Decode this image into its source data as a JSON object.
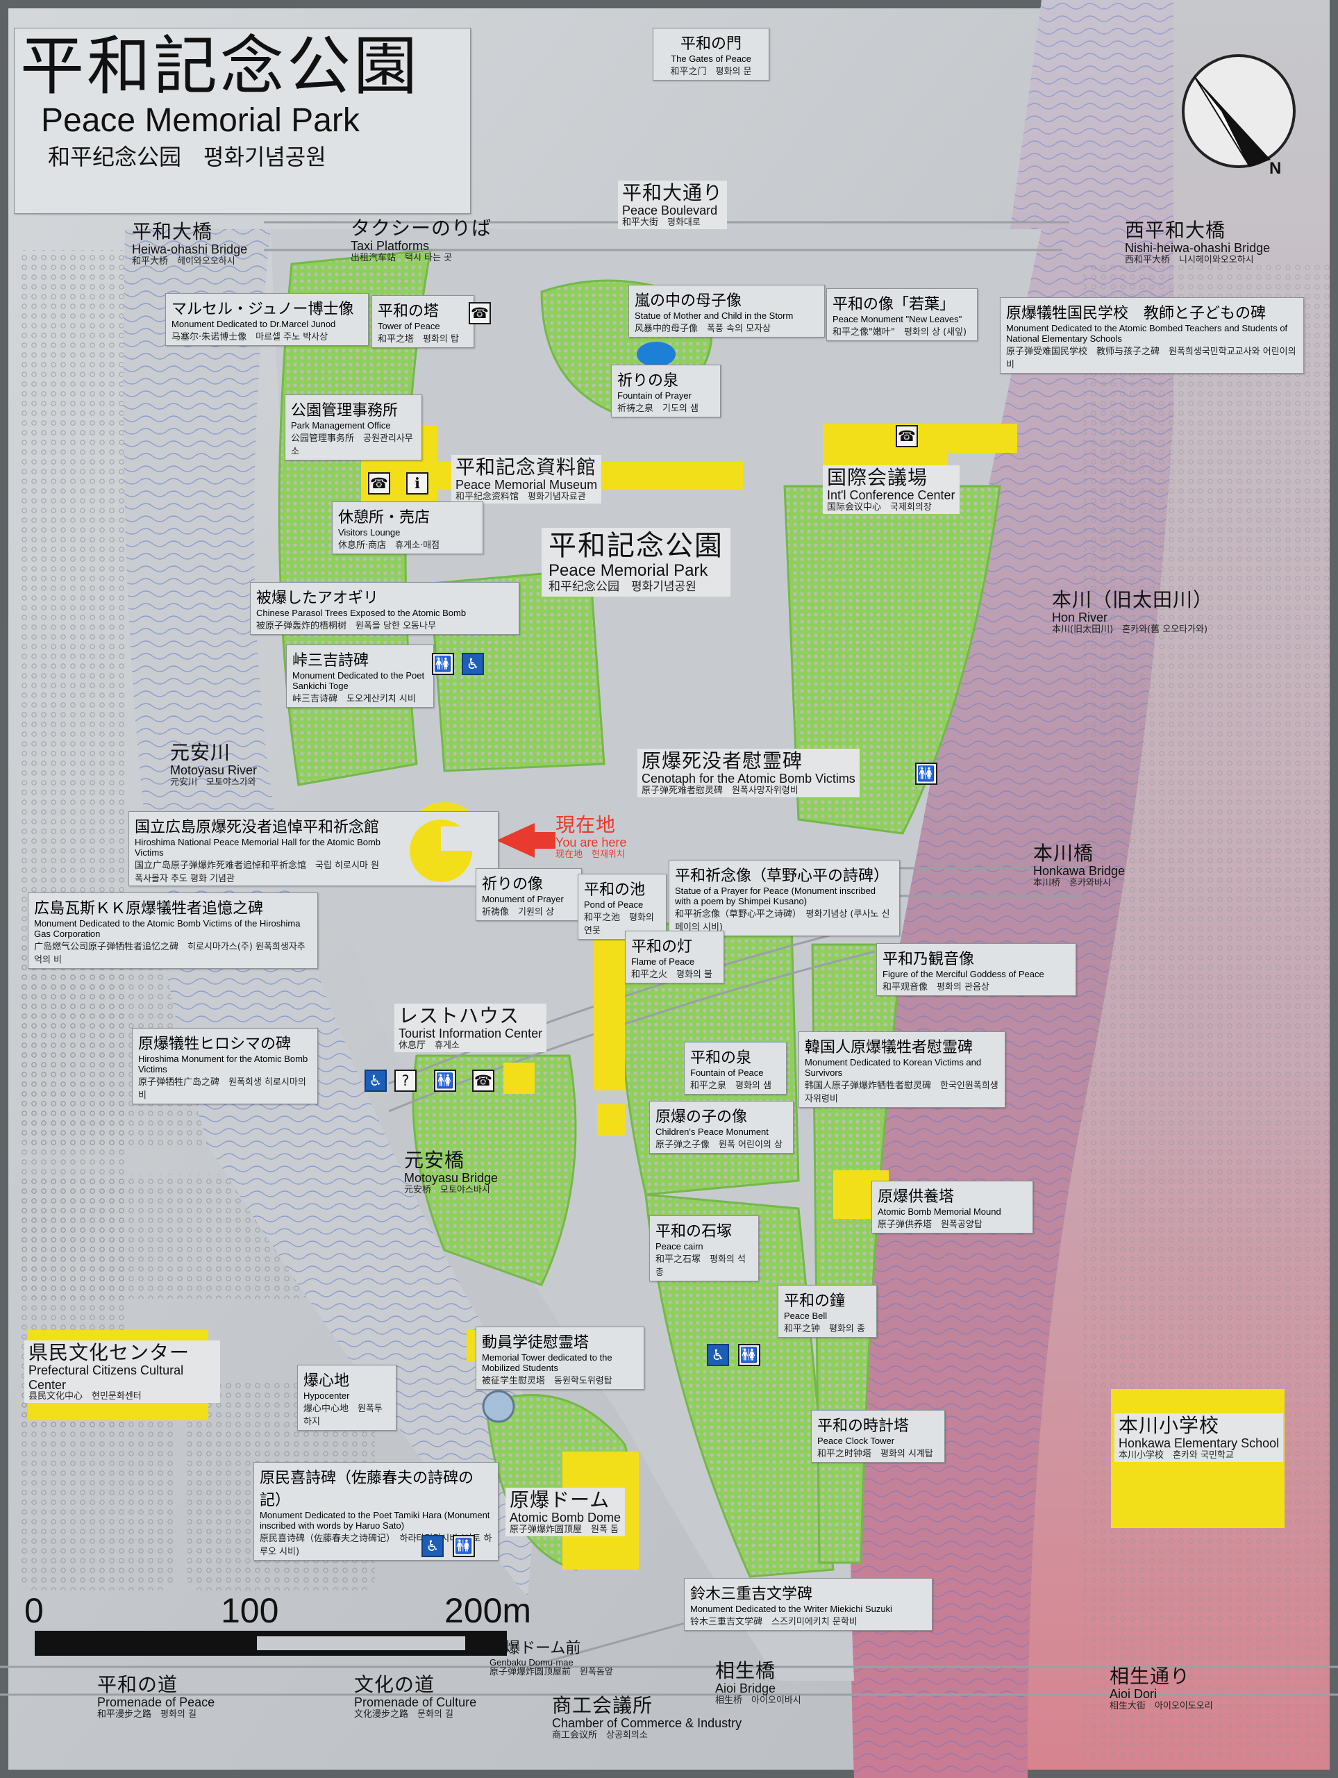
{
  "header": {
    "title_ja": "平和記念公園",
    "title_en": "Peace Memorial Park",
    "title_zh_ko": "和平纪念公园　평화기념공원"
  },
  "labels": {
    "gates": {
      "ja": "平和の門",
      "en": "The Gates of Peace",
      "sub": "和平之门　평화의 문"
    },
    "peace_blvd": {
      "ja": "平和大通り",
      "en": "Peace Boulevard",
      "sub": "和平大街　평화대로"
    },
    "heiwa_bridge": {
      "ja": "平和大橋",
      "en": "Heiwa-ohashi Bridge",
      "sub": "和平大桥　헤이와오오하시"
    },
    "taxi": {
      "ja": "タクシーのりば",
      "en": "Taxi Platforms",
      "sub": "出租汽车站　택시 타는 곳"
    },
    "nishi_bridge": {
      "ja": "西平和大橋",
      "en": "Nishi-heiwa-ohashi Bridge",
      "sub": "西和平大桥　니시헤이와오오하시"
    },
    "junod": {
      "ja": "マルセル・ジュノー博士像",
      "en": "Monument Dedicated to Dr.Marcel Junod",
      "sub": "马塞尔·朱诺博士像　마르셀 주노 박사상"
    },
    "tower_peace": {
      "ja": "平和の塔",
      "en": "Tower of Peace",
      "sub": "和平之塔　평화의 탑"
    },
    "storm_statue": {
      "ja": "嵐の中の母子像",
      "en": "Statue of Mother and Child in the Storm",
      "sub": "风暴中的母子像　폭풍 속의 모자상"
    },
    "wakaba": {
      "ja": "平和の像「若葉」",
      "en": "Peace Monument \"New Leaves\"",
      "sub": "和平之像\"嫩叶\"　평화의 상 (새잎)"
    },
    "teachers": {
      "ja": "原爆犠牲国民学校　教師と子どもの碑",
      "en": "Monument Dedicated to the Atomic Bombed Teachers and Students of National Elementary Schools",
      "sub": "原子弹受难国民学校　教师与孩子之碑　원폭희생국민학교교사와 어린이의 비"
    },
    "fountain_prayer": {
      "ja": "祈りの泉",
      "en": "Fountain of Prayer",
      "sub": "祈祷之泉　기도의 샘"
    },
    "park_office": {
      "ja": "公園管理事務所",
      "en": "Park Management Office",
      "sub": "公园管理事务所　공원관리사무소"
    },
    "museum": {
      "ja": "平和記念資料館",
      "en": "Peace Memorial Museum",
      "sub": "和平纪念资料馆　평화기념자료관"
    },
    "conf_center": {
      "ja": "国際会議場",
      "en": "Int'l Conference Center",
      "sub": "国际会议中心　국제회의장"
    },
    "visitors": {
      "ja": "休憩所・売店",
      "en": "Visitors Lounge",
      "sub": "休息所·商店　휴게소·매점"
    },
    "park_center": {
      "ja": "平和記念公園",
      "en": "Peace Memorial Park",
      "sub": "和平纪念公园　평화기념공원"
    },
    "parasol": {
      "ja": "被爆したアオギリ",
      "en": "Chinese Parasol Trees Exposed to the Atomic Bomb",
      "sub": "被原子弹轰炸的梧桐树　원폭을 당한 오동나무"
    },
    "hon_river": {
      "ja": "本川（旧太田川）",
      "en": "Hon River",
      "sub": "本川(旧太田川)　혼카와(舊 오오타가와)"
    },
    "toge": {
      "ja": "峠三吉詩碑",
      "en": "Monument Dedicated to the Poet Sankichi Toge",
      "sub": "峠三吉诗碑　도오게산키치 시비"
    },
    "motoyasu_river": {
      "ja": "元安川",
      "en": "Motoyasu River",
      "sub": "元安川　모토야스가와"
    },
    "cenotaph": {
      "ja": "原爆死没者慰霊碑",
      "en": "Cenotaph for the Atomic Bomb Victims",
      "sub": "原子弹死难者慰灵碑　원폭사망자위령비"
    },
    "hall": {
      "ja": "国立広島原爆死没者追悼平和祈念館",
      "en": "Hiroshima National Peace Memorial Hall for the Atomic Bomb Victims",
      "sub": "国立广岛原子弹爆炸死难者追悼和平祈念馆　국립 히로시마 원폭사몰자 추도 평화 기념관"
    },
    "you_are_here": {
      "ja": "現在地",
      "en": "You are here",
      "sub": "现在地　현재위치"
    },
    "prayer_monument": {
      "ja": "祈りの像",
      "en": "Monument of Prayer",
      "sub": "祈祷像　기원의 상"
    },
    "pond": {
      "ja": "平和の池",
      "en": "Pond of Peace",
      "sub": "和平之池　평화의 연못"
    },
    "kusano": {
      "ja": "平和祈念像（草野心平の詩碑）",
      "en": "Statue of a Prayer for Peace (Monument inscribed with a poem by Shimpei Kusano)",
      "sub": "和平祈念像（草野心平之诗碑）　평화기념상 (쿠사노 신페이의 시비)"
    },
    "honkawa_bridge": {
      "ja": "本川橋",
      "en": "Honkawa Bridge",
      "sub": "本川桥　혼카와바시"
    },
    "gas": {
      "ja": "広島瓦斯ＫＫ原爆犠牲者追憶之碑",
      "en": "Monument Dedicated to the Atomic Bomb Victims of the Hiroshima Gas Corporation",
      "sub": "广岛燃气公司原子弹牺牲者追忆之碑　히로시마가스(주) 원폭희생자추억의 비"
    },
    "flame": {
      "ja": "平和の灯",
      "en": "Flame of Peace",
      "sub": "和平之火　평화의 불"
    },
    "kannon": {
      "ja": "平和乃観音像",
      "en": "Figure of the Merciful Goddess of Peace",
      "sub": "和平观音像　평화의 관음상"
    },
    "resthouse": {
      "ja": "レストハウス",
      "en": "Tourist Information Center",
      "sub": "休息厅　휴게소"
    },
    "korean": {
      "ja": "韓国人原爆犠牲者慰霊碑",
      "en": "Monument Dedicated to Korean Victims and Survivors",
      "sub": "韩国人原子弹爆炸牺牲者慰灵碑　한국인원폭희생자위령비"
    },
    "hiroshima_monument": {
      "ja": "原爆犠牲ヒロシマの碑",
      "en": "Hiroshima Monument for the Atomic Bomb Victims",
      "sub": "原子弹牺牲广岛之碑　원폭희생 히로시마의 비"
    },
    "fountain_peace": {
      "ja": "平和の泉",
      "en": "Fountain of Peace",
      "sub": "和平之泉　평화의 샘"
    },
    "children": {
      "ja": "原爆の子の像",
      "en": "Children's Peace Monument",
      "sub": "原子弹之子像　원폭 어린이의 상"
    },
    "motoyasu_bridge": {
      "ja": "元安橋",
      "en": "Motoyasu Bridge",
      "sub": "元安桥　모토야스바시"
    },
    "mound": {
      "ja": "原爆供養塔",
      "en": "Atomic Bomb Memorial Mound",
      "sub": "原子弹供养塔　원폭공양탑"
    },
    "cairn": {
      "ja": "平和の石塚",
      "en": "Peace cairn",
      "sub": "和平之石塚　평화의 석총"
    },
    "bell": {
      "ja": "平和の鐘",
      "en": "Peace Bell",
      "sub": "和平之钟　평화의 종"
    },
    "prefectural": {
      "ja": "県民文化センター",
      "en": "Prefectural Citizens Cultural Center",
      "sub": "县民文化中心　현민문화센터"
    },
    "hypocenter": {
      "ja": "爆心地",
      "en": "Hypocenter",
      "sub": "爆心中心地　원폭투하지"
    },
    "mobilized": {
      "ja": "動員学徒慰霊塔",
      "en": "Memorial Tower dedicated to the Mobilized Students",
      "sub": "被征学生慰灵塔　동원학도위령탑"
    },
    "clock": {
      "ja": "平和の時計塔",
      "en": "Peace Clock Tower",
      "sub": "和平之时钟塔　평화의 시계탑"
    },
    "honkawa_school": {
      "ja": "本川小学校",
      "en": "Honkawa Elementary School",
      "sub": "本川小学校　혼카와 국민학교"
    },
    "tamiki": {
      "ja": "原民喜詩碑（佐藤春夫の詩碑の記）",
      "en": "Monument Dedicated to the Poet Tamiki Hara (Monument inscribed with words by Haruo Sato)",
      "sub": "原民喜诗碑（佐藤春夫之诗碑记）　하라타미키시비 (사토 하루오 시비)"
    },
    "dome": {
      "ja": "原爆ドーム",
      "en": "Atomic Bomb Dome",
      "sub": "原子弹爆炸圆顶屋　원폭 돔"
    },
    "suzuki": {
      "ja": "鈴木三重吉文学碑",
      "en": "Monument Dedicated to the Writer Miekichi Suzuki",
      "sub": "铃木三重吉文学碑　스즈키미에키치 문학비"
    },
    "domu_mae": {
      "ja": "原爆ドーム前",
      "en": "Genbaku Domu-mae",
      "sub": "原子弹爆炸圆顶屋前　원폭돔앞"
    },
    "aioi_bridge": {
      "ja": "相生橋",
      "en": "Aioi Bridge",
      "sub": "相生桥　아이오이바시"
    },
    "aioi_dori": {
      "ja": "相生通り",
      "en": "Aioi Dori",
      "sub": "相生大街　아이오이도오리"
    },
    "prom_peace": {
      "ja": "平和の道",
      "en": "Promenade of Peace",
      "sub": "和平漫步之路　평화의 길"
    },
    "prom_culture": {
      "ja": "文化の道",
      "en": "Promenade of Culture",
      "sub": "文化漫步之路　문화의 길"
    },
    "chamber": {
      "ja": "商工会議所",
      "en": "Chamber of Commerce & Industry",
      "sub": "商工会议所　상공회의소"
    }
  },
  "scale": {
    "zero": "0",
    "mid": "100",
    "end": "200m"
  },
  "compass": {
    "north": "N"
  },
  "icons": [
    "telephone-icon",
    "restroom-icon",
    "wheelchair-icon",
    "info-icon"
  ],
  "colors": {
    "plate": "#cfd3d6",
    "grass": "#7cc04a",
    "building": "#f2df1a",
    "river": "#c9ccd2",
    "here": "#e83a2e"
  }
}
